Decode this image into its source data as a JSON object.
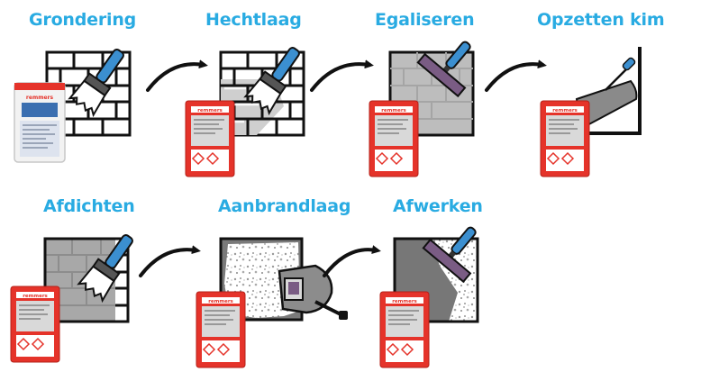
{
  "colors": {
    "title": "#29ABE2",
    "brush_blue": "#3b8fd0",
    "bag_red": "#e5332a",
    "wall_grey": "#a8a8a8",
    "outline": "#111111"
  },
  "steps": [
    {
      "title": "Grondering",
      "icon": "brush-on-white-brick-wall-icon",
      "bag": "white-primer-bucket"
    },
    {
      "title": "Hechtlaag",
      "icon": "brush-on-half-grey-brick-wall-icon",
      "bag": "red-mortar-bag"
    },
    {
      "title": "Egaliseren",
      "icon": "trowel-on-grey-wall-icon",
      "bag": "red-mortar-bag"
    },
    {
      "title": "Opzetten kim",
      "icon": "corner-fillet-trowel-icon",
      "bag": "red-mortar-bag"
    },
    {
      "title": "Afdichten",
      "icon": "brush-on-grey-brick-wall-icon",
      "bag": "red-mortar-bag"
    },
    {
      "title": "Aanbrandlaag",
      "icon": "roughcast-machine-spray-icon",
      "bag": "red-mortar-bag"
    },
    {
      "title": "Afwerken",
      "icon": "trowel-on-speckled-wall-icon",
      "bag": "red-mortar-bag"
    }
  ],
  "bag_brand": "remmers",
  "arrow_icon": "curved-arrow-right-icon"
}
